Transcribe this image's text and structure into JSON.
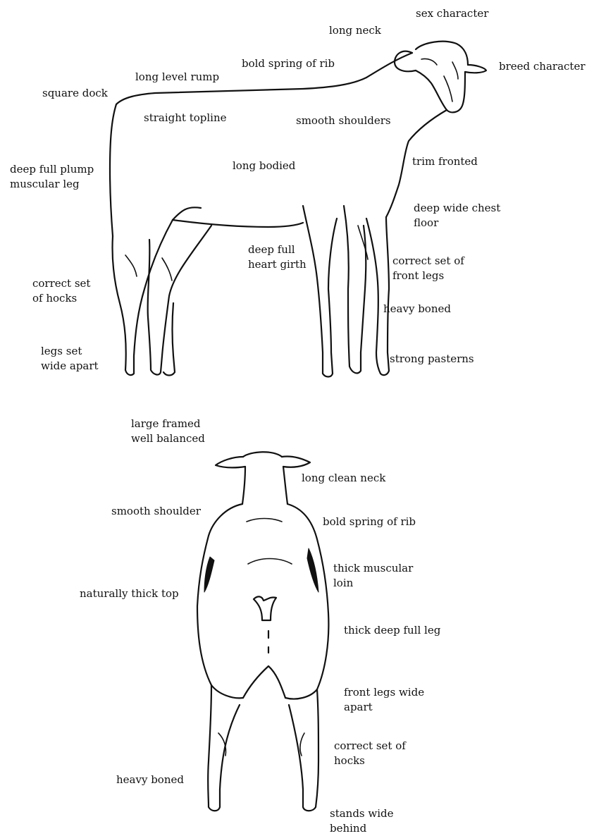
{
  "side_view": {
    "labels": {
      "sex_character": "sex character",
      "long_neck": "long neck",
      "bold_spring_of_rib": "bold spring of rib",
      "breed_character": "breed character",
      "long_level_rump": "long level rump",
      "square_dock": "square dock",
      "straight_topline": "straight topline",
      "smooth_shoulders": "smooth shoulders",
      "deep_full_plump_1": "deep full plump",
      "deep_full_plump_2": "muscular leg",
      "long_bodied": "long bodied",
      "trim_fronted": "trim fronted",
      "deep_wide_chest_1": "deep wide chest",
      "deep_wide_chest_2": "floor",
      "deep_full_heart_1": "deep full",
      "deep_full_heart_2": "heart girth",
      "correct_set_front_1": "correct set of",
      "correct_set_front_2": "front legs",
      "correct_set_hocks_1": "correct set",
      "correct_set_hocks_2": "of hocks",
      "heavy_boned": "heavy boned",
      "legs_set_1": "legs set",
      "legs_set_2": "wide apart",
      "strong_pasterns": "strong pasterns"
    }
  },
  "rear_view": {
    "labels": {
      "large_framed_1": "large framed",
      "large_framed_2": "well balanced",
      "long_clean_neck": "long clean neck",
      "smooth_shoulder": "smooth shoulder",
      "bold_spring_of_rib": "bold spring of rib",
      "thick_muscular_1": "thick muscular",
      "thick_muscular_2": "loin",
      "naturally_thick_top": "naturally thick top",
      "thick_deep_full_leg": "thick deep full leg",
      "front_legs_1": "front legs wide",
      "front_legs_2": "apart",
      "correct_set_hocks_1": "correct set of",
      "correct_set_hocks_2": "hocks",
      "heavy_boned": "heavy boned",
      "stands_wide_1": "stands wide",
      "stands_wide_2": "behind"
    }
  }
}
